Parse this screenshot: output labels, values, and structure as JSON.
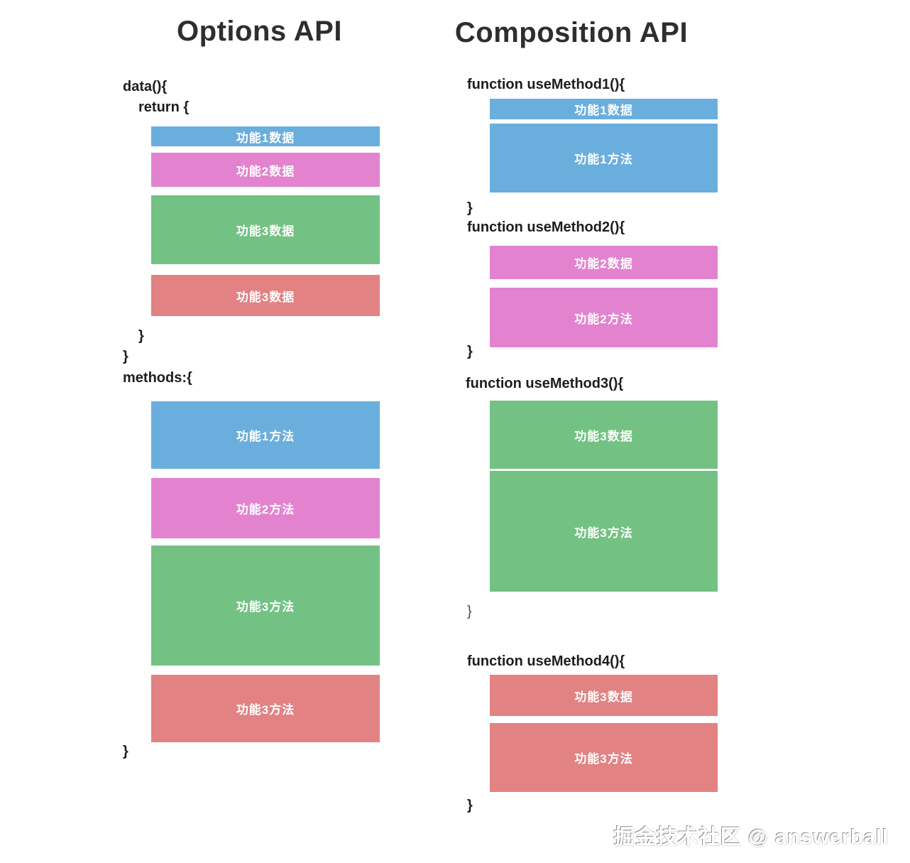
{
  "colors": {
    "blue": "#6aaede",
    "pink": "#e383d0",
    "green": "#73c283",
    "red": "#e28283"
  },
  "left": {
    "title": "Options API",
    "code": {
      "data_open": "data(){",
      "return_open": "return {",
      "return_close": "}",
      "data_close": "}",
      "methods_open": "methods:{",
      "methods_close": "}"
    },
    "blocks": [
      {
        "label": "功能1数据",
        "color": "blue"
      },
      {
        "label": "功能2数据",
        "color": "pink"
      },
      {
        "label": "功能3数据",
        "color": "green"
      },
      {
        "label": "功能3数据",
        "color": "red"
      },
      {
        "label": "功能1方法",
        "color": "blue"
      },
      {
        "label": "功能2方法",
        "color": "pink"
      },
      {
        "label": "功能3方法",
        "color": "green"
      },
      {
        "label": "功能3方法",
        "color": "red"
      }
    ]
  },
  "right": {
    "title": "Composition API",
    "sections": [
      {
        "header": "function useMethod1(){",
        "close": "}",
        "blocks": [
          {
            "label": "功能1数据",
            "color": "blue"
          },
          {
            "label": "功能1方法",
            "color": "blue"
          }
        ]
      },
      {
        "header": "function useMethod2(){",
        "close": "}",
        "blocks": [
          {
            "label": "功能2数据",
            "color": "pink"
          },
          {
            "label": "功能2方法",
            "color": "pink"
          }
        ]
      },
      {
        "header": "function useMethod3(){",
        "close": "}",
        "blocks": [
          {
            "label": "功能3数据",
            "color": "green"
          },
          {
            "label": "功能3方法",
            "color": "green"
          }
        ]
      },
      {
        "header": "function useMethod4(){",
        "close": "}",
        "blocks": [
          {
            "label": "功能3数据",
            "color": "red"
          },
          {
            "label": "功能3方法",
            "color": "red"
          }
        ]
      }
    ]
  },
  "watermark": {
    "text": "掘金技术社区 @ answerball"
  }
}
